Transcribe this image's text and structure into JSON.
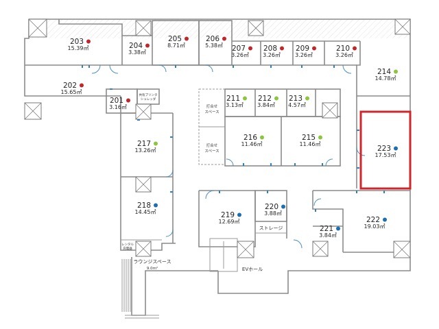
{
  "colors": {
    "red": "#c0272d",
    "green": "#8cc63f",
    "blue": "#1f6fb0",
    "highlight": "#d0262b"
  },
  "rooms": [
    {
      "id": "203",
      "area": "15.39㎡",
      "status": "red"
    },
    {
      "id": "204",
      "area": "3.38㎡",
      "status": "red"
    },
    {
      "id": "205",
      "area": "8.71㎡",
      "status": "red"
    },
    {
      "id": "206",
      "area": "5.38㎡",
      "status": "red"
    },
    {
      "id": "207",
      "area": "3.26㎡",
      "status": "red"
    },
    {
      "id": "208",
      "area": "3.26㎡",
      "status": "red"
    },
    {
      "id": "209",
      "area": "3.26㎡",
      "status": "red"
    },
    {
      "id": "210",
      "area": "3.26㎡",
      "status": "red"
    },
    {
      "id": "214",
      "area": "14.78㎡",
      "status": "green"
    },
    {
      "id": "202",
      "area": "15.65㎡",
      "status": "red"
    },
    {
      "id": "201",
      "area": "3.16㎡",
      "status": "red"
    },
    {
      "id": "211",
      "area": "3.13㎡",
      "status": "green"
    },
    {
      "id": "212",
      "area": "3.84㎡",
      "status": "green"
    },
    {
      "id": "213",
      "area": "4.57㎡",
      "status": "green"
    },
    {
      "id": "216",
      "area": "11.46㎡",
      "status": "green"
    },
    {
      "id": "215",
      "area": "11.46㎡",
      "status": "green"
    },
    {
      "id": "217",
      "area": "13.26㎡",
      "status": "green"
    },
    {
      "id": "223",
      "area": "17.53㎡",
      "status": "blue"
    },
    {
      "id": "218",
      "area": "14.45㎡",
      "status": "blue"
    },
    {
      "id": "219",
      "area": "12.69㎡",
      "status": "blue"
    },
    {
      "id": "220",
      "area": "3.88㎡",
      "status": "blue"
    },
    {
      "id": "221",
      "area": "3.84㎡",
      "status": "blue"
    },
    {
      "id": "222",
      "area": "19.03㎡",
      "status": "blue"
    }
  ],
  "labels": {
    "meeting_1_line1": "打合せ",
    "meeting_1_line2": "スペース",
    "meeting_2_line1": "打合せ",
    "meeting_2_line2": "スペース",
    "printer_line1": "共有プリンタ",
    "printer_line2": "シュレッダ",
    "storage": "ストレージ",
    "ev_hall": "EVホール",
    "lounge": "ラウンジスペース",
    "lounge_area": "9.0m²",
    "lounge_sign_line1": "レンタル",
    "lounge_sign_line2": "充電器"
  }
}
